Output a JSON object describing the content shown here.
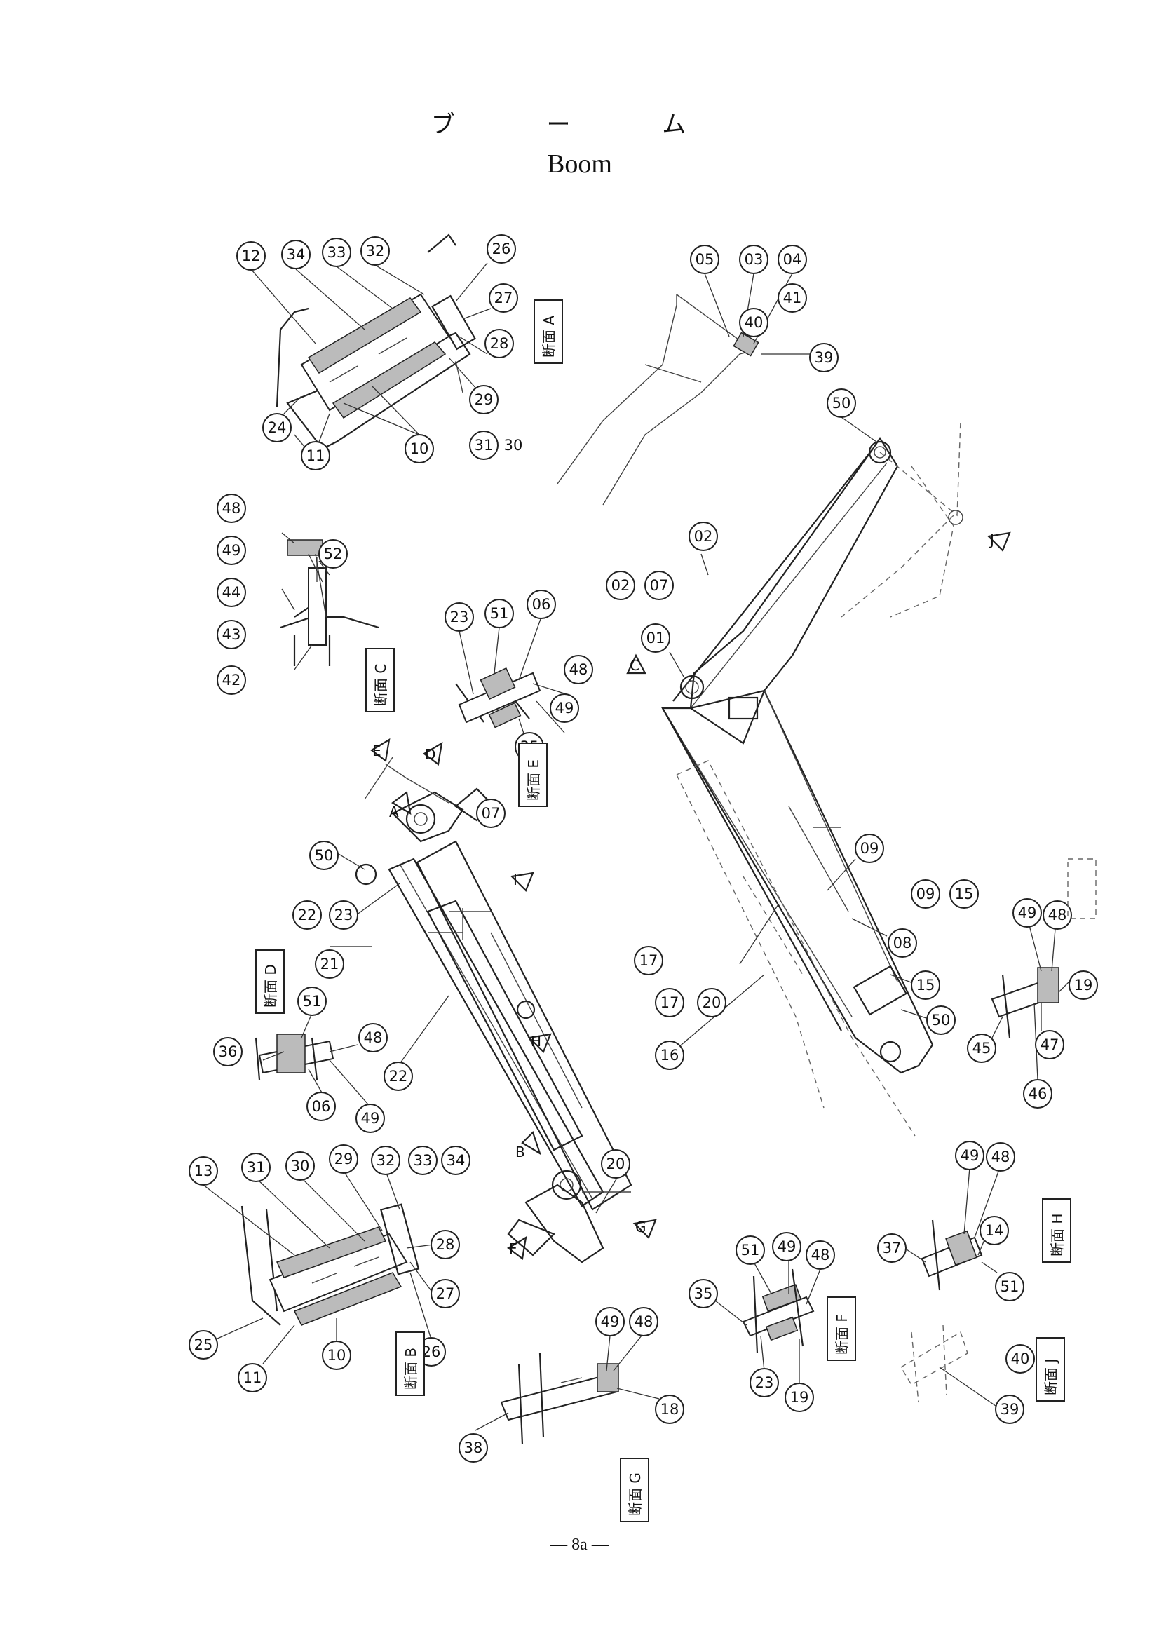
{
  "title_jp": "ブ ー ム",
  "title_en": "Boom",
  "page_number": "— 8a —",
  "sections": {
    "A": "断面 A",
    "B": "断面 B",
    "C": "断面 C",
    "D": "断面 D",
    "E": "断面 E",
    "F": "断面 F",
    "G": "断面 G",
    "H": "断面 H",
    "J": "断面 J"
  },
  "callouts": {
    "c01": "01",
    "c02": "02",
    "c02b": "02",
    "c07a": "07",
    "c03": "03",
    "c04": "04",
    "c05": "05",
    "c41": "41",
    "c40": "40",
    "c39": "39",
    "c50a": "50",
    "c50b": "50",
    "c50c": "50",
    "c09": "09",
    "c09b": "09",
    "c15": "15",
    "c08": "08",
    "c15b": "15",
    "c17": "17",
    "c17b": "17",
    "c20": "20",
    "c16": "16",
    "c12": "12",
    "c34": "34",
    "c33": "33",
    "c32": "32",
    "c26": "26",
    "c27": "27",
    "c28": "28",
    "c24": "24",
    "c11": "11",
    "c10": "10",
    "c29": "29",
    "c30": "30",
    "c31": "31",
    "c48": "48",
    "c49": "49",
    "c44": "44",
    "c43": "43",
    "c42": "42",
    "c52": "52",
    "c23": "23",
    "c51": "51",
    "c06": "06",
    "c48e": "48",
    "c49e": "49",
    "c35": "35",
    "c07": "07",
    "c22": "22",
    "c23b": "23",
    "c21": "21",
    "c51d": "51",
    "c36": "36",
    "c48d": "48",
    "c06d": "06",
    "c49d": "49",
    "c22b": "22",
    "c20b": "20",
    "c13": "13",
    "c31b": "31",
    "c30b": "30",
    "c29b": "29",
    "c32b": "32",
    "c33b": "33",
    "c34b": "34",
    "c28b": "28",
    "c27b": "27",
    "c26b": "26",
    "c25": "25",
    "c11b": "11",
    "c10b": "10",
    "c49g": "49",
    "c48g": "48",
    "c18": "18",
    "c38": "38",
    "c51f": "51",
    "c49f": "49",
    "c48f": "48",
    "c35f": "35",
    "c23f": "23",
    "c19f": "19",
    "c49h": "49",
    "c48h": "48",
    "c14": "14",
    "c37": "37",
    "c51h": "51",
    "c49i": "49",
    "c48i": "48",
    "c19i": "19",
    "c45": "45",
    "c47": "47",
    "c46": "46",
    "c39j": "39",
    "c40j": "40"
  },
  "view_arrows": {
    "A": "A",
    "B": "B",
    "C": "C",
    "D": "D",
    "E": "E",
    "F": "F",
    "G": "G",
    "H": "H",
    "I": "I",
    "J": "J"
  }
}
